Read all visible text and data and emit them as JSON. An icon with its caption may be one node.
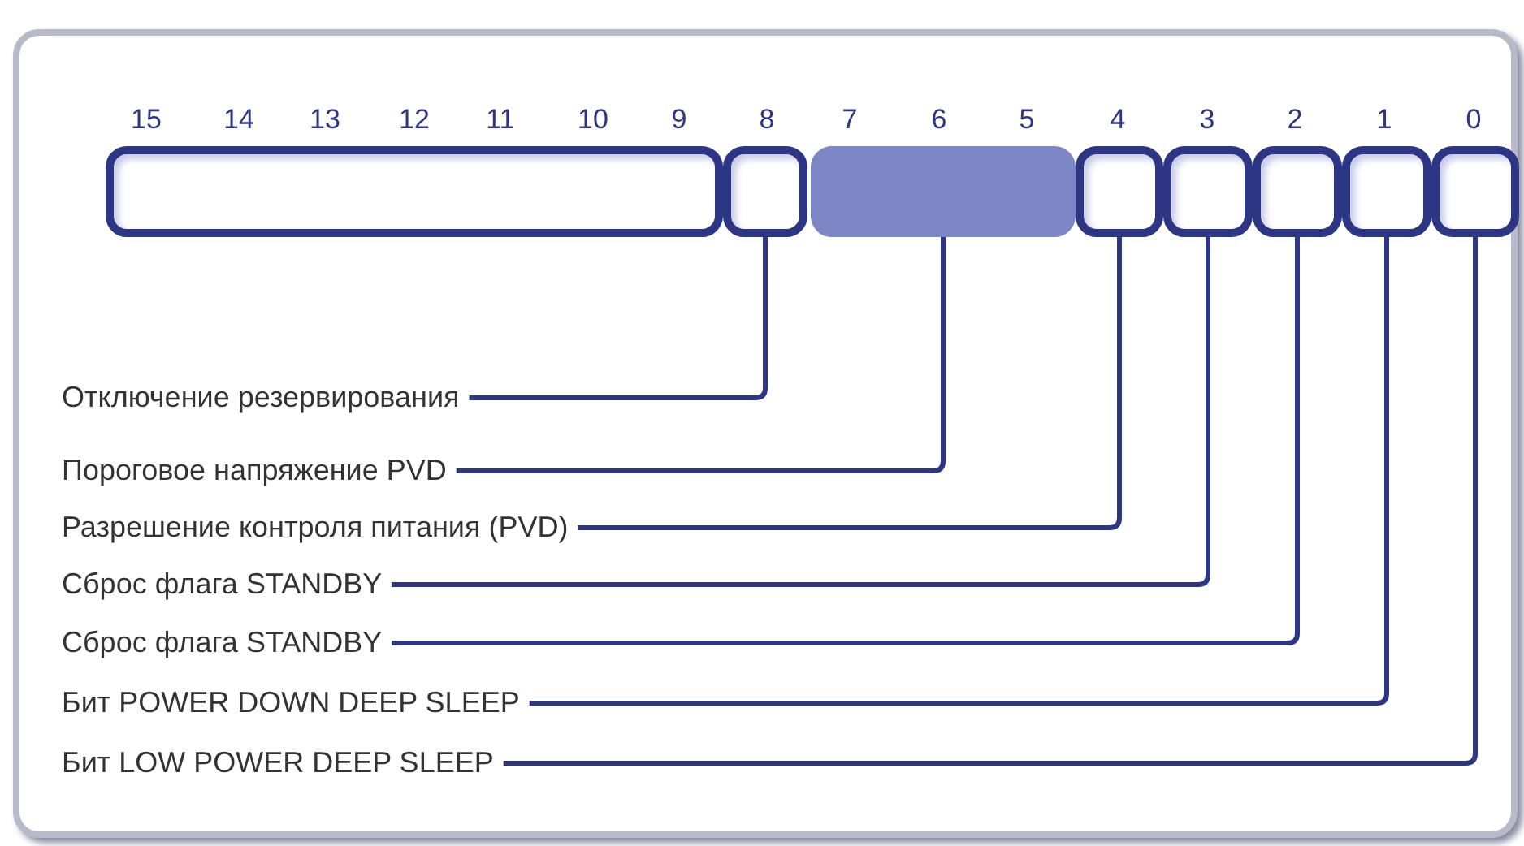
{
  "diagram": {
    "nodes": [
      {
        "text": [],
        "shape": "box"
      },
      {
        "text": [],
        "shape": "box"
      },
      {
        "text": [],
        "shape": "bar"
      },
      {
        "text": [],
        "shape": "box"
      },
      {
        "text": [],
        "shape": "box"
      },
      {
        "text": [],
        "shape": "box"
      },
      {
        "text": [],
        "shape": "box"
      },
      {
        "text": [],
        "shape": "box"
      },
      {
        "text": [
          "Отключение резервирования"
        ]
      },
      {
        "text": [
          "Пороговое напряжение PVD"
        ]
      },
      {
        "text": [
          "Разрешение контроля питания (PVD)"
        ]
      },
      {
        "text": [
          "Сброс флага STANDBY"
        ]
      },
      {
        "text": [
          "Сброс флага STANDBY"
        ]
      },
      {
        "text": [
          "Бит POWER DOWN DEEP SLEEP"
        ]
      },
      {
        "text": [
          "Бит LOW POWER DEEP SLEEP"
        ]
      }
    ],
    "edges": [
      {
        "from": 8,
        "to": 1,
        "arrow": "none"
      },
      {
        "from": 9,
        "to": 2,
        "arrow": "none"
      },
      {
        "from": 10,
        "to": 3,
        "arrow": "none"
      },
      {
        "from": 11,
        "to": 4,
        "arrow": "none"
      },
      {
        "from": 12,
        "to": 5,
        "arrow": "none"
      },
      {
        "from": 13,
        "to": 6,
        "arrow": "none"
      },
      {
        "from": 14,
        "to": 7,
        "arrow": "none"
      }
    ],
    "labels": [
      "15",
      "14",
      "13",
      "12",
      "11",
      "10",
      "9",
      "8",
      "7",
      "6",
      "5",
      "4",
      "3",
      "2",
      "1",
      "0"
    ]
  }
}
